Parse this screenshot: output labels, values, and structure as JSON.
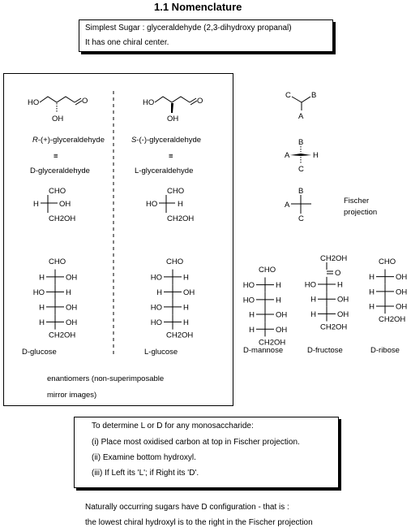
{
  "title": "1.1 Nomenclature",
  "intro": {
    "line1": "Simplest Sugar : glyceraldehyde (2,3-dihydroxy propanal)",
    "line2": "It has one chiral center."
  },
  "glyceraldehyde": {
    "left": {
      "ho": "HO",
      "o": "O",
      "oh": "OH",
      "r_label": "R",
      "r_rest": "-(+)-glyceraldehyde",
      "equiv": "≡",
      "dl_name": "D-glyceraldehyde",
      "fischer": {
        "top": "CHO",
        "left": "H",
        "right": "OH",
        "bottom": "CH2OH"
      }
    },
    "right": {
      "ho": "HO",
      "o": "O",
      "oh": "OH",
      "s_label": "S",
      "s_rest": "-(-)-glyceraldehyde",
      "equiv": "≡",
      "dl_name": "L-glyceraldehyde",
      "fischer": {
        "top": "CHO",
        "left": "HO",
        "right": "H",
        "bottom": "CH2OH"
      }
    }
  },
  "projection_demo": {
    "top_struct": {
      "c": "C",
      "b": "B",
      "a": "A"
    },
    "mid_struct": {
      "b": "B",
      "a": "A",
      "h": "H",
      "c": "C"
    },
    "fischer_struct": {
      "b": "B",
      "a": "A",
      "c": "C"
    },
    "label_line1": "Fischer",
    "label_line2": "projection"
  },
  "sugars": {
    "d_glucose": {
      "name": "D-glucose",
      "top": "CHO",
      "bottom": "CH2OH",
      "rows": [
        [
          "H",
          "OH"
        ],
        [
          "HO",
          "H"
        ],
        [
          "H",
          "OH"
        ],
        [
          "H",
          "OH"
        ]
      ]
    },
    "l_glucose": {
      "name": "L-glucose",
      "top": "CHO",
      "bottom": "CH2OH",
      "rows": [
        [
          "HO",
          "H"
        ],
        [
          "H",
          "OH"
        ],
        [
          "HO",
          "H"
        ],
        [
          "HO",
          "H"
        ]
      ]
    },
    "d_mannose": {
      "name": "D-mannose",
      "top": "CHO",
      "bottom": "CH2OH",
      "rows": [
        [
          "HO",
          "H"
        ],
        [
          "HO",
          "H"
        ],
        [
          "H",
          "OH"
        ],
        [
          "H",
          "OH"
        ]
      ]
    },
    "d_fructose": {
      "name": "D-fructose",
      "top": "CH2OH",
      "ketone": "O",
      "bottom": "CH2OH",
      "rows": [
        [
          "HO",
          "H"
        ],
        [
          "H",
          "OH"
        ],
        [
          "H",
          "OH"
        ]
      ]
    },
    "d_ribose": {
      "name": "D-ribose",
      "top": "CHO",
      "bottom": "CH2OH",
      "rows": [
        [
          "H",
          "OH"
        ],
        [
          "H",
          "OH"
        ],
        [
          "H",
          "OH"
        ]
      ]
    }
  },
  "enantiomers": {
    "line1": "enantiomers (non-superimposable",
    "line2": "mirror images)"
  },
  "rules": {
    "heading": "To determine L or D for any monosaccharide:",
    "step1": "(i) Place most oxidised carbon at  top in Fischer projection.",
    "step2": "(ii) Examine bottom hydroxyl.",
    "step3": "(iii) If Left its 'L'; if Right its 'D'."
  },
  "conclusion": {
    "line1": "Naturally occurring sugars  have D configuration - that is :",
    "line2": "the lowest chiral hydroxyl is to the right in the Fischer projection"
  }
}
